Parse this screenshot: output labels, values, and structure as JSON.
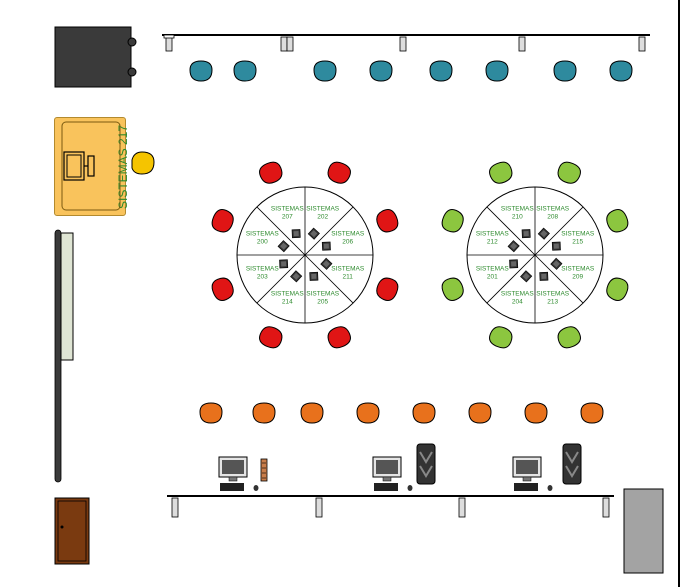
{
  "room": {
    "label": "SISTEMAS 217"
  },
  "colors": {
    "blue_chair": "#2e8a9e",
    "red_chair": "#e01515",
    "green_chair": "#8cc63f",
    "orange_chair": "#e8711c",
    "yellow_chair": "#f5c400",
    "label_green": "#2e8b2e",
    "door": "#7a3a10",
    "cabinet": "#3a3a3a",
    "board": "#dfe5d4",
    "locker": "#a3a3a3"
  },
  "left_table": {
    "seats": [
      {
        "name": "SISTEMAS",
        "number": "207"
      },
      {
        "name": "SISTEMAS",
        "number": "202"
      },
      {
        "name": "SISTEMAS",
        "number": "206"
      },
      {
        "name": "SISTEMAS",
        "number": "211"
      },
      {
        "name": "SISTEMAS",
        "number": "205"
      },
      {
        "name": "SISTEMAS",
        "number": "214"
      },
      {
        "name": "SISTEMAS",
        "number": "203"
      },
      {
        "name": "SISTEMAS",
        "number": "200"
      }
    ]
  },
  "right_table": {
    "seats": [
      {
        "name": "SISTEMAS",
        "number": "210"
      },
      {
        "name": "SISTEMAS",
        "number": "208"
      },
      {
        "name": "SISTEMAS",
        "number": "215"
      },
      {
        "name": "SISTEMAS",
        "number": "209"
      },
      {
        "name": "SISTEMAS",
        "number": "213"
      },
      {
        "name": "SISTEMAS",
        "number": "204"
      },
      {
        "name": "SISTEMAS",
        "number": "201"
      },
      {
        "name": "SISTEMAS",
        "number": "212"
      }
    ]
  },
  "icons": {
    "cabinet": "cabinet-icon",
    "computer": "desktop-computer-icon",
    "tower": "pc-tower-icon",
    "door": "door-icon",
    "chair": "chair-icon",
    "lamp": "ceiling-lamp-icon"
  }
}
